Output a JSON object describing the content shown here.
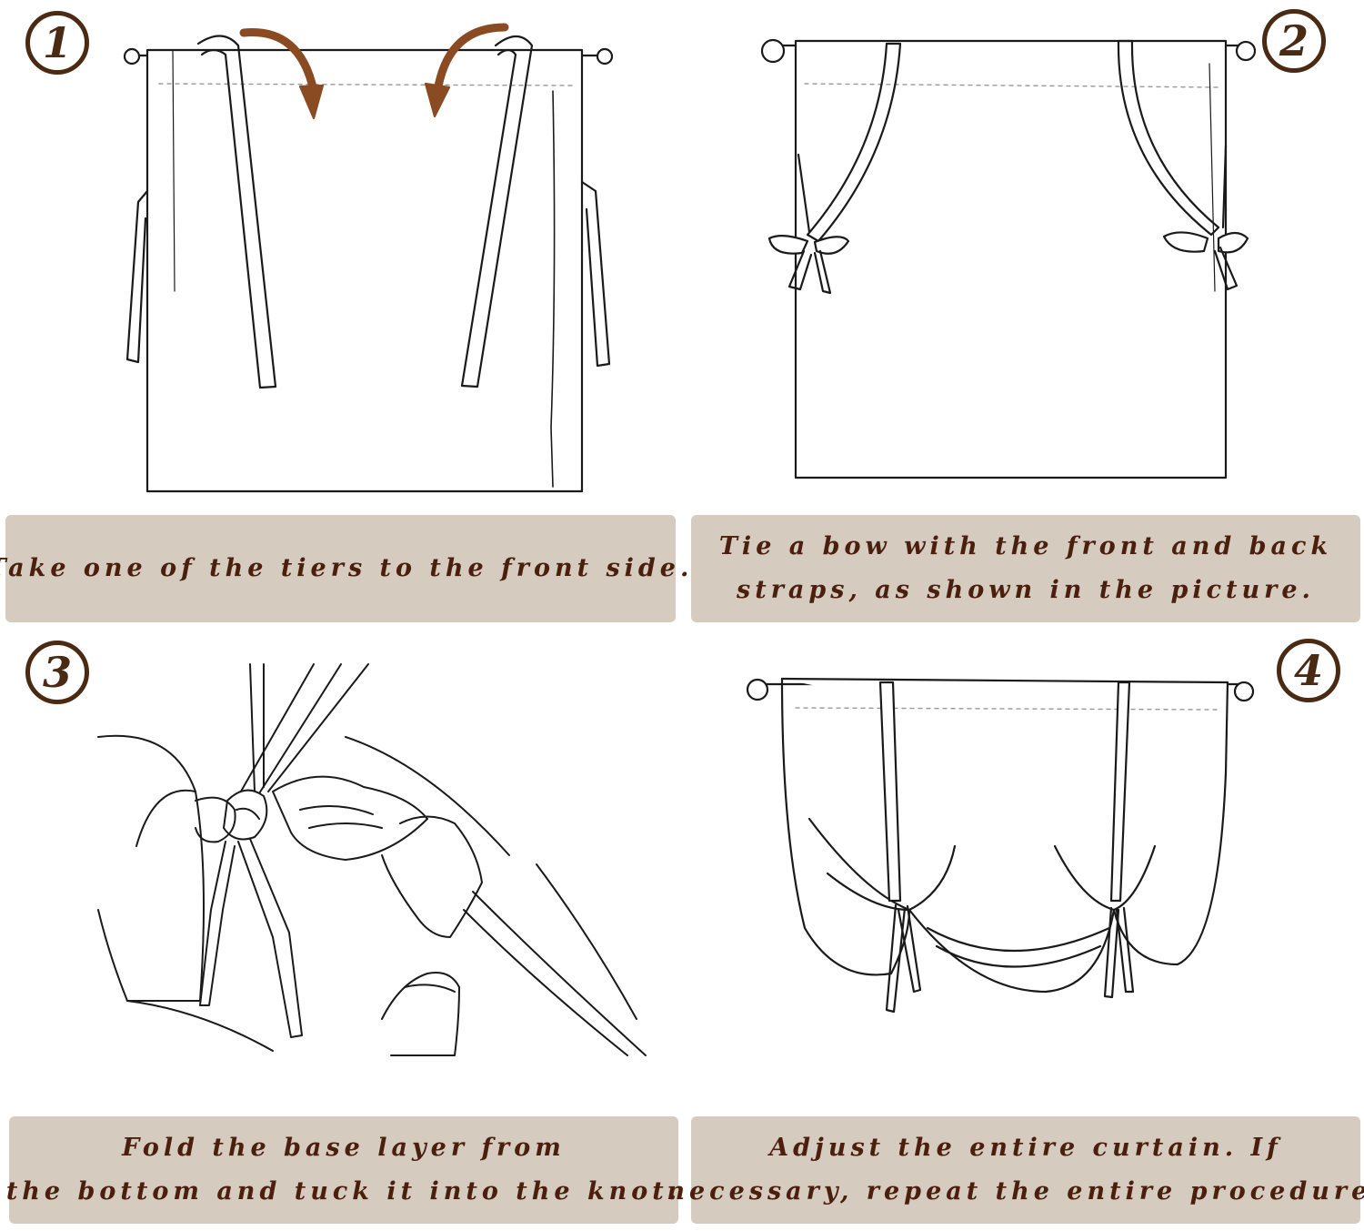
{
  "steps": [
    {
      "number": "1",
      "caption_lines": [
        "Take one of the tiers to the front side."
      ]
    },
    {
      "number": "2",
      "caption_lines": [
        "Tie a bow with the front and back",
        "straps, as shown in the picture."
      ]
    },
    {
      "number": "3",
      "caption_lines": [
        "Fold the base layer from",
        "the bottom and tuck it into the knot."
      ]
    },
    {
      "number": "4",
      "caption_lines": [
        "Adjust the entire curtain. If",
        "necessary, repeat the entire procedure."
      ]
    }
  ],
  "colors": {
    "badge": "#4a2a12",
    "arrow": "#8a4a22",
    "caption_bg": "#d6cbbf",
    "caption_text": "#4b1f0e",
    "line": "#1a1a1a"
  }
}
